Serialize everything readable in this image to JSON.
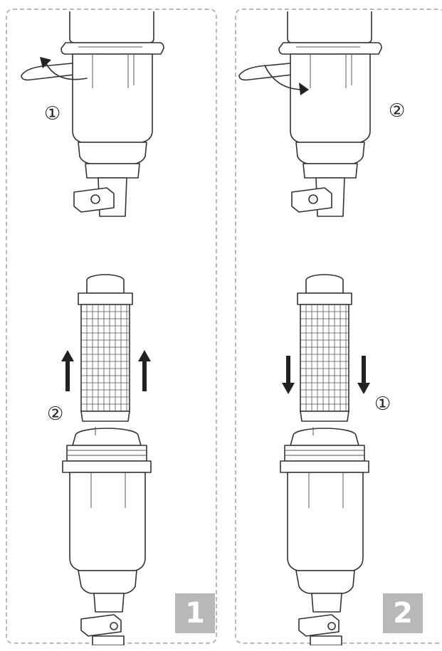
{
  "steps": [
    {
      "number": "1",
      "marker_top": "①",
      "marker_bottom": "②"
    },
    {
      "number": "2",
      "marker_top": "②",
      "marker_bottom": "①"
    }
  ],
  "colors": {
    "badge": "#b8b8b8",
    "border": "#b9b9b9",
    "line": "#333333"
  },
  "icons": [
    "arrow-counterclockwise-icon",
    "arrow-clockwise-icon",
    "arrow-up-icon",
    "arrow-down-icon"
  ]
}
